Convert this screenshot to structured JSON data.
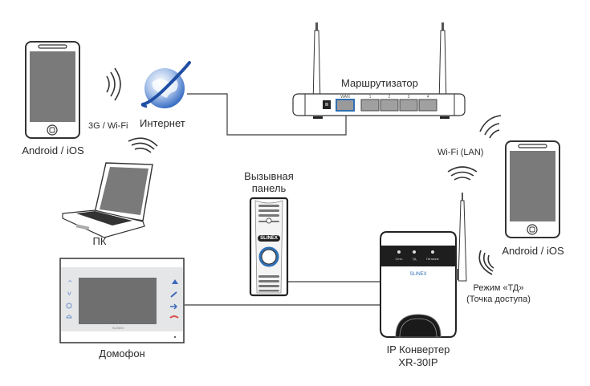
{
  "diagram": {
    "title": "Схема подключения IP конвертера XR-30IP",
    "labels": {
      "phone_left": "Android / iOS",
      "link_3g": "3G / Wi-Fi",
      "internet": "Интернет",
      "router": "Маршрутизатор",
      "router_port_wan": "WAN",
      "router_port_1": "1",
      "router_port_2": "2",
      "router_port_3": "3",
      "router_port_4": "4",
      "wifi_lan": "Wi-Fi (LAN)",
      "phone_right": "Android / iOS",
      "pc": "ПК",
      "call_panel_line1": "Вызывная",
      "call_panel_line2": "панель",
      "call_panel_brand": "SLINEX",
      "monitor": "Домофон",
      "monitor_brand": "SLINEX",
      "converter_line1": "IP Конвертер",
      "converter_line2": "XR-30IP",
      "converter_brand": "SLINEX",
      "converter_led_net": "Сеть",
      "converter_led_td": "ТД",
      "converter_led_power": "Питание",
      "ap_mode_line1": "Режим «ТД»",
      "ap_mode_line2": "(Точка доступа)"
    },
    "colors": {
      "line": "#3a3a3a",
      "screen": "#7a7a7a",
      "accent_blue": "#2f6fb3",
      "globe_blue": "#3b6fc4",
      "red_button": "#d9534f"
    }
  }
}
